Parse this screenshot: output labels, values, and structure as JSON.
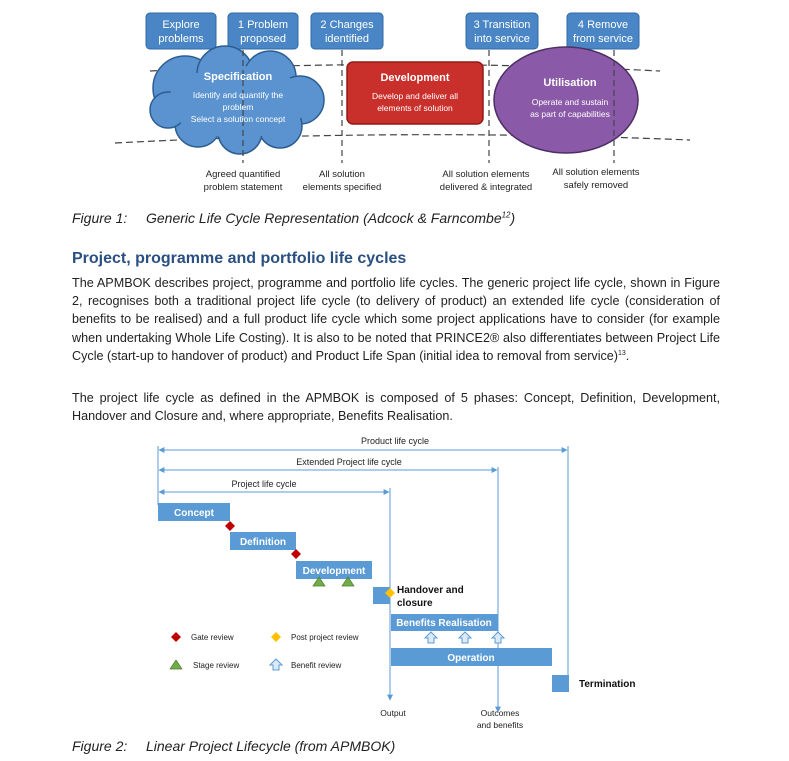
{
  "figure1": {
    "stages": [
      "Explore problems",
      "1 Problem proposed",
      "2 Changes identified",
      "3 Transition into service",
      "4 Remove from service"
    ],
    "specification": {
      "title": "Specification",
      "lines": [
        "Identify and quantify the",
        "problem",
        "Select a solution concept"
      ]
    },
    "development": {
      "title": "Development",
      "lines": [
        "Develop and deliver all",
        "elements of solution"
      ]
    },
    "utilisation": {
      "title": "Utilisation",
      "lines": [
        "Operate and sustain",
        "as part of capabilities"
      ]
    },
    "milestones": [
      [
        "Agreed quantified",
        "problem statement"
      ],
      [
        "All solution",
        "elements specified"
      ],
      [
        "All solution elements",
        "delivered & integrated"
      ],
      [
        "All solution elements",
        "safely removed"
      ]
    ],
    "caption_num": "Figure 1:",
    "caption_text": "Generic Life Cycle Representation (Adcock & Farncombe",
    "caption_ref": "12",
    "caption_end": ")"
  },
  "section": {
    "heading": "Project, programme and portfolio life cycles",
    "p1": "The APMBOK describes project, programme and portfolio life cycles.  The generic project life cycle, shown in Figure 2, recognises both a traditional project life cycle (to delivery of product) an extended life cycle (consideration of benefits to be realised) and a full product life cycle which some project applications have to consider (for example when undertaking Whole Life Costing).  It is also to be noted that PRINCE2® also differentiates between Project Life Cycle (start-up to handover of product) and Product Life Span (initial idea to removal from service)",
    "p1_ref": "13",
    "p1_end": ".",
    "p2": "The project life cycle as defined in the APMBOK is composed of 5 phases: Concept, Definition, Development, Handover and Closure and, where appropriate, Benefits Realisation."
  },
  "figure2": {
    "spans": {
      "product": "Product life cycle",
      "extended": "Extended Project life cycle",
      "project": "Project life cycle"
    },
    "phases": {
      "concept": "Concept",
      "definition": "Definition",
      "development": "Development",
      "handover": [
        "Handover and",
        "closure"
      ],
      "benefits": "Benefits Realisation",
      "operation": "Operation",
      "termination": "Termination"
    },
    "legend": {
      "gate": "Gate review",
      "post": "Post project review",
      "stage": "Stage review",
      "benefit": "Benefit review"
    },
    "outputs": {
      "output": "Output",
      "outcomes": [
        "Outcomes",
        "and benefits"
      ]
    },
    "caption_num": "Figure 2:",
    "caption_text": "Linear Project Lifecycle (from APMBOK)"
  },
  "colors": {
    "stage_box": "#4a86c5",
    "cloud": "#5b93d0",
    "development": "#c9302c",
    "utilisation": "#8a5aa8",
    "phase_bar": "#5b9bd5",
    "gate": "#c00000",
    "post": "#ffc000",
    "stage": "#70ad47",
    "heading": "#2a4f82"
  }
}
